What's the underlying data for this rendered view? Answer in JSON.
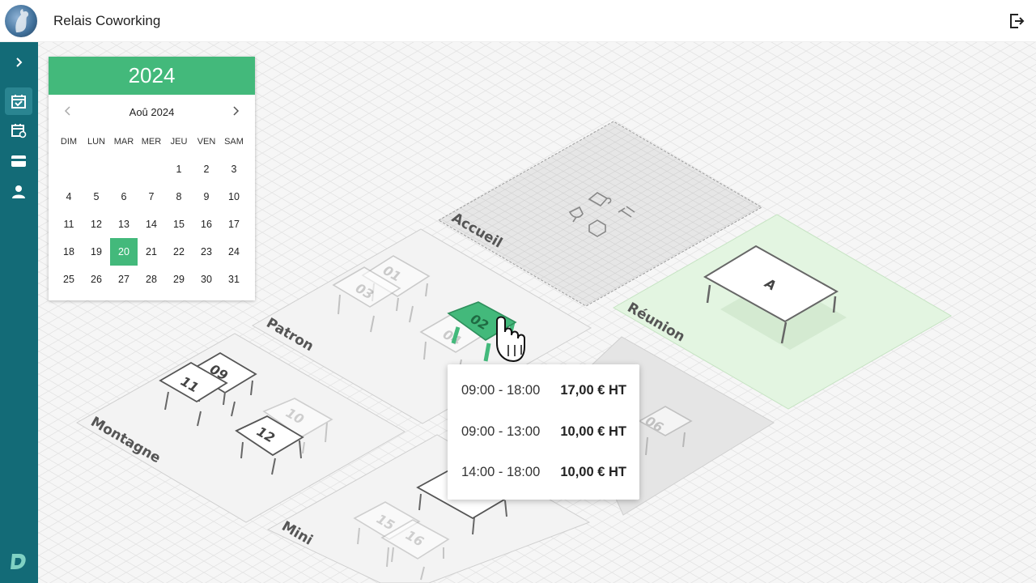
{
  "app": {
    "title": "Relais Coworking"
  },
  "colors": {
    "accent": "#43b97b",
    "sidebar": "#136b77",
    "reunion_zone": "#e3f5e1",
    "accueil_zone": "#e6e6e6"
  },
  "icons": {
    "logout": "logout-icon",
    "expand": "chevron-right-icon",
    "sidebar": [
      "calendar-check-icon",
      "calendar-refresh-icon",
      "credit-card-icon",
      "person-icon"
    ]
  },
  "calendar": {
    "year": "2024",
    "month_label": "Aoû 2024",
    "weekdays": [
      "DIM",
      "LUN",
      "MAR",
      "MER",
      "JEU",
      "VEN",
      "SAM"
    ],
    "weeks": [
      [
        "",
        "",
        "",
        "",
        "1",
        "2",
        "3"
      ],
      [
        "4",
        "5",
        "6",
        "7",
        "8",
        "9",
        "10"
      ],
      [
        "11",
        "12",
        "13",
        "14",
        "15",
        "16",
        "17"
      ],
      [
        "18",
        "19",
        "20",
        "21",
        "22",
        "23",
        "24"
      ],
      [
        "25",
        "26",
        "27",
        "28",
        "29",
        "30",
        "31"
      ]
    ],
    "selected_day": "20"
  },
  "zones": {
    "accueil": "Accueil",
    "reunion": "Réunion",
    "patron": "Patron",
    "montagne": "Montagne",
    "mini": "Mini"
  },
  "tables": {
    "t01": "01",
    "t03": "03",
    "t02": "02",
    "t04": "04",
    "t09": "09",
    "t11": "11",
    "t10": "10",
    "t12": "12",
    "t06": "06",
    "t15": "15",
    "t16": "16",
    "tA": "A"
  },
  "tooltip": {
    "slots": [
      {
        "time": "09:00 - 18:00",
        "price": "17,00 € HT"
      },
      {
        "time": "09:00 - 13:00",
        "price": "10,00 € HT"
      },
      {
        "time": "14:00 - 18:00",
        "price": "10,00 € HT"
      }
    ]
  }
}
